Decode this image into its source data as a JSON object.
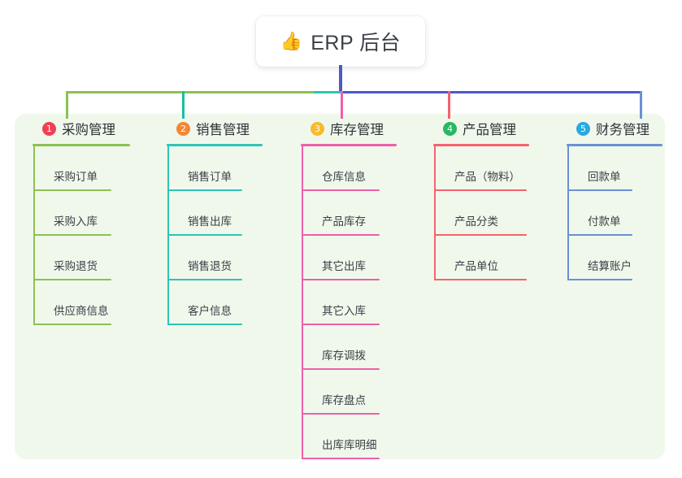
{
  "diagram": {
    "type": "mindmap",
    "root": {
      "icon": "thumbs-up-icon",
      "icon_glyph": "👍",
      "title": "ERP 后台"
    },
    "palette": {
      "panel_bg": "#f0f8ec",
      "page_bg": "#ffffff",
      "root_stem": "#4f58c4",
      "bus_left": "#17bfa3",
      "bus_right": "#4f58c4",
      "text": "#3a3f45"
    },
    "branches": [
      {
        "index": "1",
        "badge_glyph": "①",
        "badge_color": "#ef4056",
        "line_color": "#8cc152",
        "drop_color": "#8cc152",
        "title": "采购管理",
        "underline_width": 120,
        "rule_width": 96,
        "items": [
          {
            "label": "采购订单"
          },
          {
            "label": "采购入库"
          },
          {
            "label": "采购退货"
          },
          {
            "label": "供应商信息"
          }
        ]
      },
      {
        "index": "2",
        "badge_glyph": "②",
        "badge_color": "#f58634",
        "line_color": "#2ec4b6",
        "drop_color": "#17bfa3",
        "title": "销售管理",
        "underline_width": 118,
        "rule_width": 92,
        "items": [
          {
            "label": "销售订单"
          },
          {
            "label": "销售出库"
          },
          {
            "label": "销售退货"
          },
          {
            "label": "客户信息"
          }
        ]
      },
      {
        "index": "3",
        "badge_glyph": "③",
        "badge_color": "#f6bb2e",
        "line_color": "#ef5fa7",
        "drop_color": "#ef5fa7",
        "title": "库存管理",
        "underline_width": 118,
        "rule_width": 96,
        "items": [
          {
            "label": "仓库信息"
          },
          {
            "label": "产品库存"
          },
          {
            "label": "其它出库"
          },
          {
            "label": "其它入库"
          },
          {
            "label": "库存调拨"
          },
          {
            "label": "库存盘点"
          },
          {
            "label": "出库库明细"
          }
        ]
      },
      {
        "index": "4",
        "badge_glyph": "④",
        "badge_color": "#27b862",
        "line_color": "#f4636e",
        "drop_color": "#f4636e",
        "title": "产品管理",
        "underline_width": 118,
        "rule_width": 114,
        "items": [
          {
            "label": "产品（物料）"
          },
          {
            "label": "产品分类"
          },
          {
            "label": "产品单位"
          }
        ]
      },
      {
        "index": "5",
        "badge_glyph": "⑤",
        "badge_color": "#29a9e1",
        "line_color": "#6b8fd6",
        "drop_color": "#6b8fd6",
        "title": "财务管理",
        "underline_width": 118,
        "rule_width": 80,
        "items": [
          {
            "label": "回款单"
          },
          {
            "label": "付款单"
          },
          {
            "label": "结算账户"
          }
        ]
      }
    ]
  }
}
